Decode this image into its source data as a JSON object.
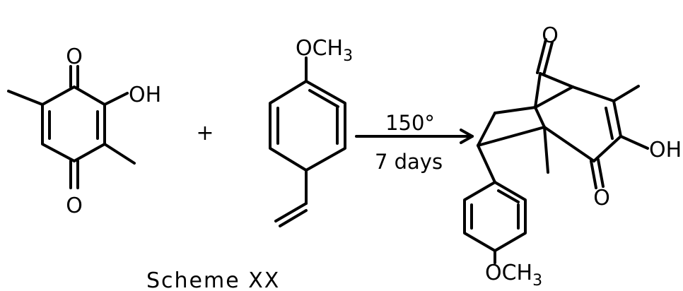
{
  "reactant_1": {
    "oxygen_top": "O",
    "oxygen_bottom": "O",
    "hydroxyl": "OH"
  },
  "plus_sign": "+",
  "reactant_2": {
    "methoxy": "OCH",
    "methoxy_subscript": "3"
  },
  "conditions": {
    "temperature": "150°",
    "time": "7 days"
  },
  "product": {
    "bridge_oxygen": "O",
    "ketone_oxygen": "O",
    "hydroxyl": "OH",
    "methoxy": "OCH",
    "methoxy_subscript": "3"
  },
  "caption": "Scheme XX",
  "colors": {
    "ink": "#000000",
    "background": "#ffffff"
  }
}
